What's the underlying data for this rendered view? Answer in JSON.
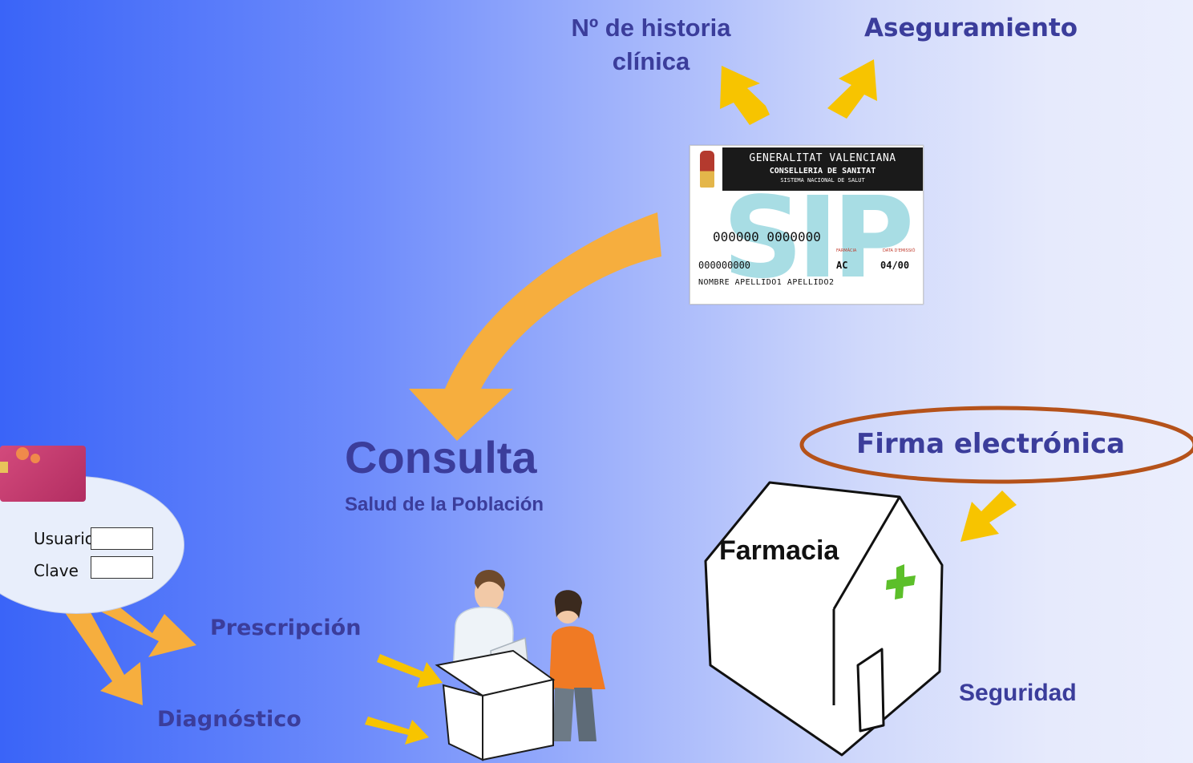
{
  "labels": {
    "historia": "Nº de historia clínica",
    "aseguramiento": "Aseguramiento",
    "consulta": "Consulta",
    "salud": "Salud de la Población",
    "firma": "Firma electrónica",
    "farmacia": "Farmacia",
    "seguridad": "Seguridad",
    "prescripcion": "Prescripción",
    "diagnostico": "Diagnóstico"
  },
  "sip_card": {
    "header_line1": "GENERALITAT VALENCIANA",
    "header_line2": "CONSELLERIA DE SANITAT",
    "header_line3": "SISTEMA NACIONAL DE SALUT",
    "watermark": "SIP",
    "number": "000000 0000000",
    "small_label_left": "FARMÀCIA",
    "small_label_right": "DATA D'EMISSIÓ",
    "code": "000000000",
    "ac": "AC",
    "date": "04/00",
    "name": "NOMBRE APELLIDO1 APELLIDO2"
  },
  "login": {
    "usuario_label": "Usuario",
    "clave_label": "Clave",
    "usuario_value": "",
    "clave_value": ""
  },
  "colors": {
    "label_text": "#3b3d9b",
    "yellow_arrow": "#f7c400",
    "orange_arrow": "#f6ae3e",
    "ellipse_border": "#b5521a",
    "cross": "#5cbf2a"
  }
}
